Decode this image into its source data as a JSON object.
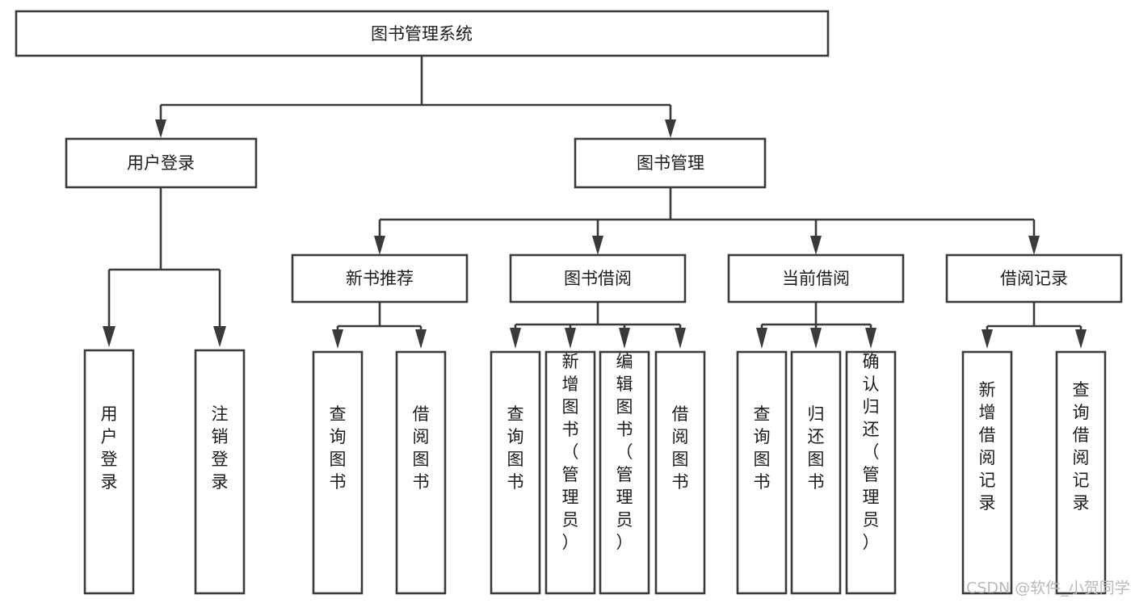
{
  "diagram": {
    "title": "图书管理系统",
    "type": "tree-hierarchy",
    "root": {
      "label": "图书管理系统"
    },
    "level2": [
      {
        "label": "用户登录"
      },
      {
        "label": "图书管理"
      }
    ],
    "level3": [
      {
        "label": "新书推荐"
      },
      {
        "label": "图书借阅"
      },
      {
        "label": "当前借阅"
      },
      {
        "label": "借阅记录"
      }
    ],
    "leaves": {
      "user_login": [
        {
          "label": "用户登录"
        },
        {
          "label": "注销登录"
        }
      ],
      "new_book_recommend": [
        {
          "label": "查询图书"
        },
        {
          "label": "借阅图书"
        }
      ],
      "book_borrow": [
        {
          "label": "查询图书"
        },
        {
          "label": "新增图书（管理员）"
        },
        {
          "label": "编辑图书（管理员）"
        },
        {
          "label": "借阅图书"
        }
      ],
      "current_borrow": [
        {
          "label": "查询图书"
        },
        {
          "label": "归还图书"
        },
        {
          "label": "确认归还（管理员）"
        }
      ],
      "borrow_record": [
        {
          "label": "新增借阅记录"
        },
        {
          "label": "查询借阅记录"
        }
      ]
    }
  },
  "watermark": {
    "text": "CSDN @软件_小贺同学"
  },
  "colors": {
    "box_stroke": "#3a3a3a",
    "box_fill": "#ffffff",
    "text": "#1c1c1c",
    "watermark": "#b9b9b9",
    "background": "#ffffff"
  }
}
